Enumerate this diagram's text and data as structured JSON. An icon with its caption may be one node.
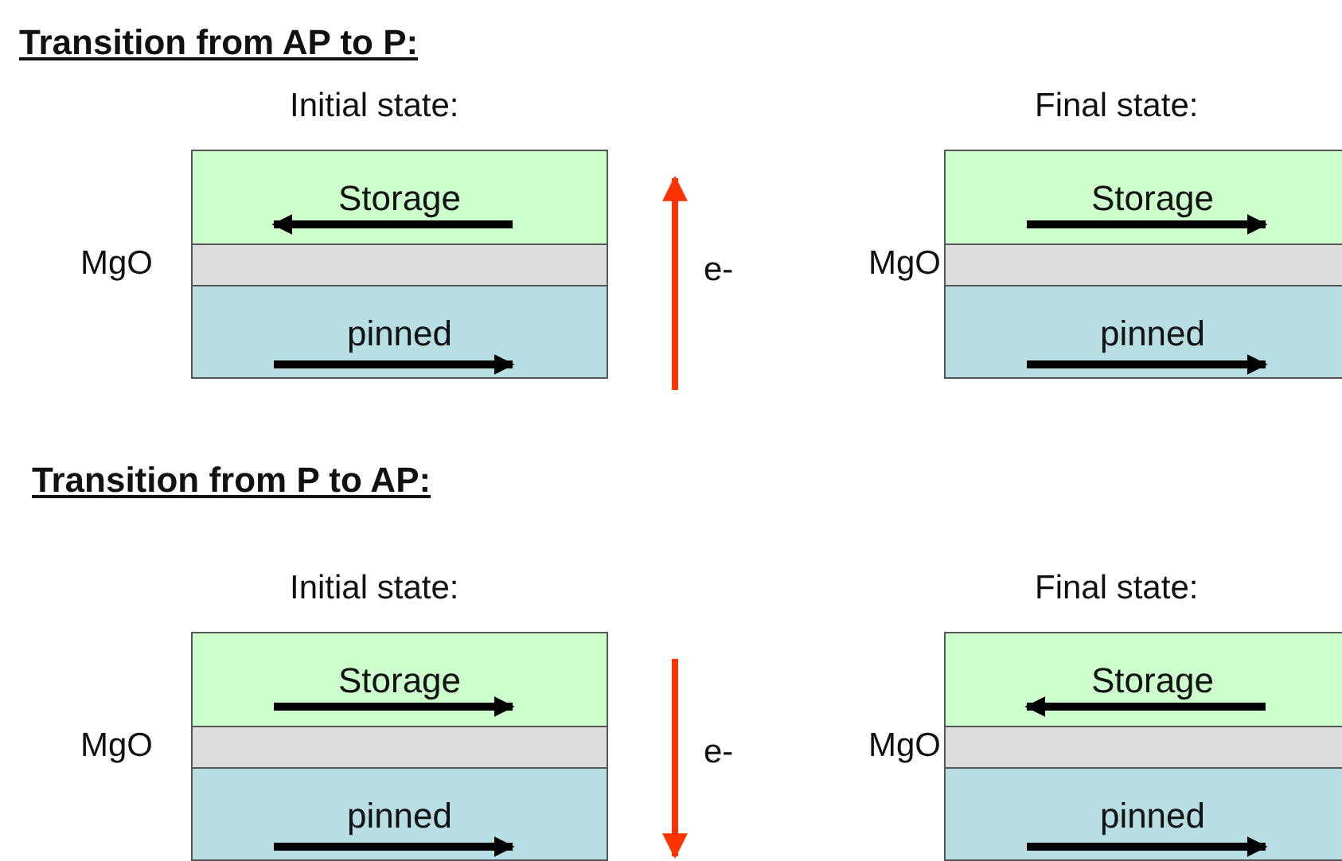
{
  "diagram": {
    "nodes": [
      {
        "text": [
          "Storage"
        ]
      },
      {
        "text": [],
        "shape": "box",
        "beside": [
          "MgO"
        ]
      },
      {
        "text": [
          "pinned"
        ]
      },
      {
        "text": [
          "Storage"
        ]
      },
      {
        "text": [],
        "shape": "box",
        "beside": [
          "MgO"
        ]
      },
      {
        "text": [
          "pinned"
        ]
      },
      {
        "text": [
          "Storage"
        ]
      },
      {
        "text": [],
        "shape": "box",
        "beside": [
          "MgO"
        ]
      },
      {
        "text": [
          "pinned"
        ]
      },
      {
        "text": [
          "Storage"
        ]
      },
      {
        "text": [],
        "shape": "box",
        "beside": [
          "MgO"
        ]
      },
      {
        "text": [
          "pinned"
        ]
      }
    ],
    "edges": [],
    "labels": [
      "Transition from AP to P:",
      "Initial state:",
      "Final state:",
      "e-",
      "Transition from P to AP:",
      "Initial state:",
      "Final state:",
      "e-"
    ]
  }
}
